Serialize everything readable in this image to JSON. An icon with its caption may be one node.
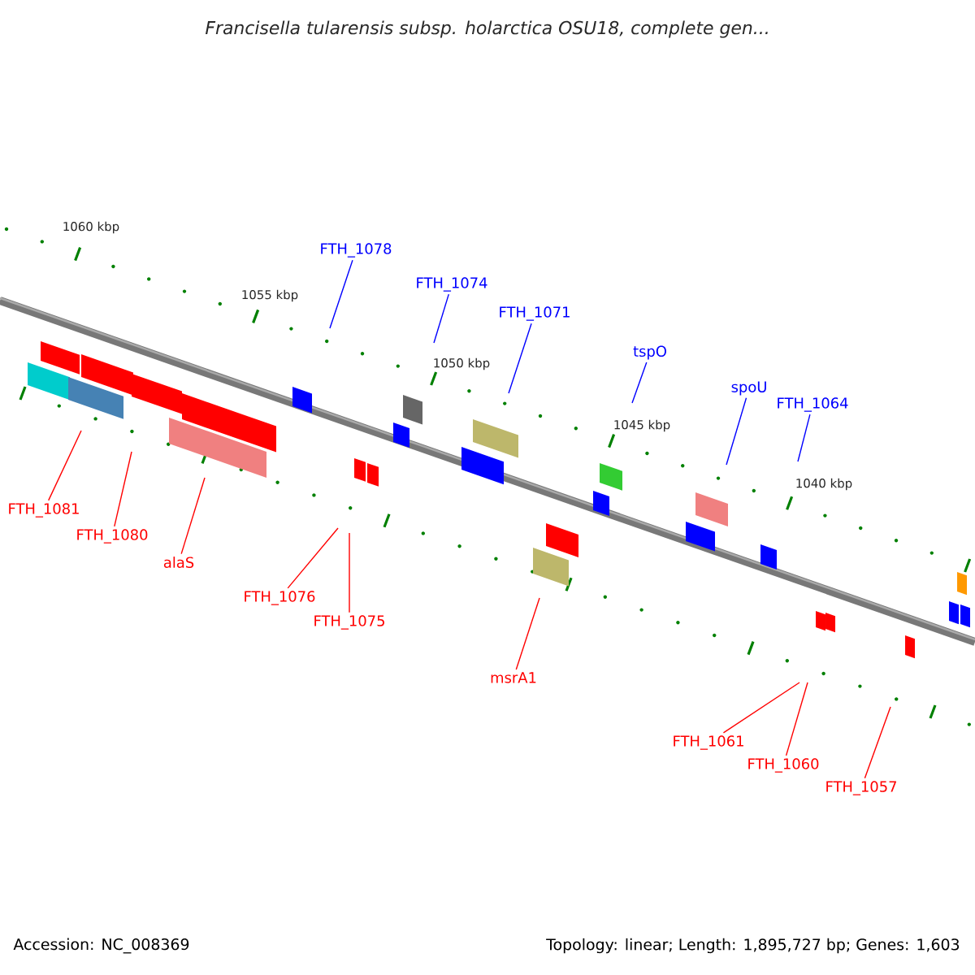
{
  "diagram": {
    "title": "Francisella tularensis subsp. holarctica OSU18, complete gen...",
    "nodes": [
      {
        "text": [
          "FTH_1078"
        ]
      },
      {
        "text": [
          "FTH_1074"
        ]
      },
      {
        "text": [
          "FTH_1071"
        ]
      },
      {
        "text": [
          "tspO"
        ]
      },
      {
        "text": [
          "spoU"
        ]
      },
      {
        "text": [
          "FTH_1064"
        ]
      },
      {
        "text": [
          "FTH_1081"
        ]
      },
      {
        "text": [
          "FTH_1080"
        ]
      },
      {
        "text": [
          "alaS"
        ]
      },
      {
        "text": [
          "FTH_1076"
        ]
      },
      {
        "text": [
          "FTH_1075"
        ]
      },
      {
        "text": [
          "msrA1"
        ]
      },
      {
        "text": [
          "FTH_1061"
        ]
      },
      {
        "text": [
          "FTH_1060"
        ]
      },
      {
        "text": [
          "FTH_1057"
        ]
      }
    ],
    "edges": [
      {
        "from": 0,
        "to": null,
        "arrow": "none",
        "color": "#0000ff"
      },
      {
        "from": 1,
        "to": null,
        "arrow": "none",
        "color": "#0000ff"
      },
      {
        "from": 2,
        "to": null,
        "arrow": "none",
        "color": "#0000ff"
      },
      {
        "from": 3,
        "to": null,
        "arrow": "none",
        "color": "#0000ff"
      },
      {
        "from": 4,
        "to": null,
        "arrow": "none",
        "color": "#0000ff"
      },
      {
        "from": 5,
        "to": null,
        "arrow": "none",
        "color": "#0000ff"
      },
      {
        "from": 6,
        "to": null,
        "arrow": "none",
        "color": "#ff0000"
      },
      {
        "from": 7,
        "to": null,
        "arrow": "none",
        "color": "#ff0000"
      },
      {
        "from": 8,
        "to": null,
        "arrow": "none",
        "color": "#ff0000"
      },
      {
        "from": 9,
        "to": null,
        "arrow": "none",
        "color": "#ff0000"
      },
      {
        "from": 10,
        "to": null,
        "arrow": "none",
        "color": "#ff0000"
      },
      {
        "from": 11,
        "to": null,
        "arrow": "none",
        "color": "#ff0000"
      },
      {
        "from": 12,
        "to": null,
        "arrow": "none",
        "color": "#ff0000"
      },
      {
        "from": 13,
        "to": null,
        "arrow": "none",
        "color": "#ff0000"
      },
      {
        "from": 14,
        "to": null,
        "arrow": "none",
        "color": "#ff0000"
      }
    ],
    "labels": [
      "1060 kbp",
      "1055 kbp",
      "1050 kbp",
      "1045 kbp",
      "1040 kbp",
      "Accession: NC_008369",
      "Topology: linear; Length: 1,895,727 bp; Genes: 1,603"
    ]
  }
}
